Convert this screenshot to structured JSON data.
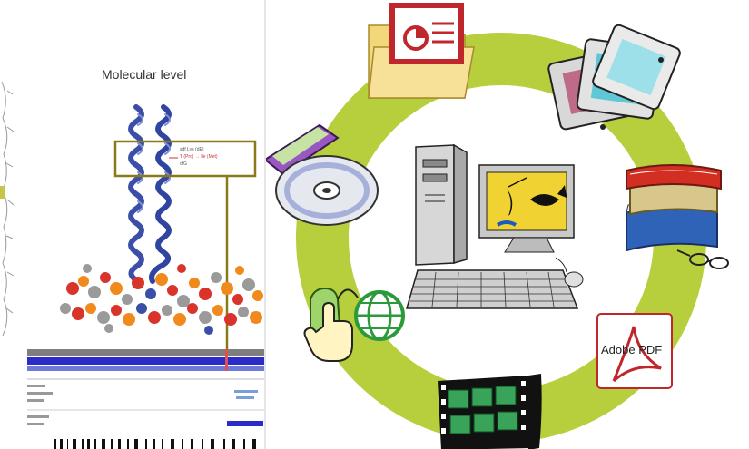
{
  "left_panel": {
    "title": "Molecular level",
    "helix_box_lines": [
      "sdf Lys (dE)",
      "T (Pro) → Ile (Met)",
      "dfG"
    ]
  },
  "cycle": {
    "ring_color": "#b7cf3d",
    "center_icon": "desktop-computer-icon",
    "items": [
      {
        "icon": "presentation-folder-icon"
      },
      {
        "icon": "photo-slides-icon"
      },
      {
        "icon": "books-icon"
      },
      {
        "icon": "adobe-pdf-icon",
        "label": "Adobe PDF"
      },
      {
        "icon": "film-strip-icon"
      },
      {
        "icon": "mouse-globe-icon"
      },
      {
        "icon": "cd-disc-icon"
      }
    ]
  },
  "colors": {
    "helix": "#3b4fa8",
    "atom_red": "#d9342b",
    "atom_orange": "#f08a1c",
    "atom_grey": "#9a9a9a",
    "box_border": "#8a7a1a",
    "pdf_red": "#c0272d"
  }
}
